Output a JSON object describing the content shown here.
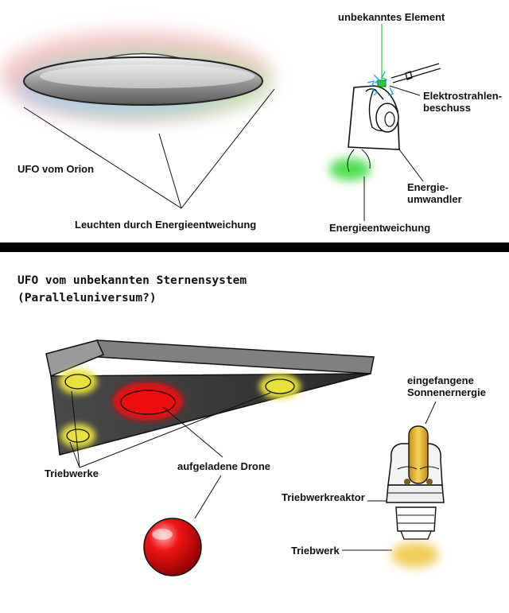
{
  "top": {
    "label_orion": "UFO vom Orion",
    "label_glow": "Leuchten durch Energieentweichung",
    "label_unknown_element": "unbekanntes Element",
    "label_electron": "Elektrostrahlen-\nbeschuss",
    "label_converter": "Energie-\numwandler",
    "label_leak": "Energieentweichung"
  },
  "bottom": {
    "title": "UFO vom unbekannten Sternensystem\n(Paralleluniversum?)",
    "label_engines": "Triebwerke",
    "label_drone": "aufgeladene Drone",
    "label_solar": "eingefangene\nSonnenernergie",
    "label_reactor": "Triebwerkreaktor",
    "label_engine": "Triebwerk"
  },
  "colors": {
    "divider": "#000000",
    "glow_green": "#3ddc3d",
    "engine_yellow": "#e8e23a",
    "drone_red": "#ee1111",
    "wing_dark": "#3a3a3a"
  }
}
